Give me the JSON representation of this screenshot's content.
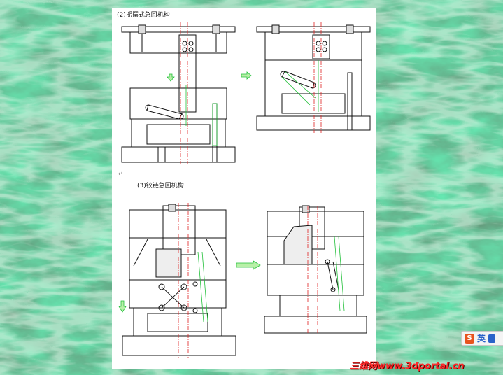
{
  "captions": {
    "section2": "(2)摇摆式急回机构",
    "section3": "(3)铰链急回机构"
  },
  "paragraph_mark": "↵",
  "ime": {
    "logo": "S",
    "language": "英"
  },
  "watermark": "三维网www.3dportal.cn",
  "colors": {
    "background": "#1f5a33",
    "sheet": "#ffffff",
    "outline": "#111111",
    "centerline": "#e02020",
    "construction": "#22c03a",
    "arrow_fill": "#b8f0a8",
    "watermark": "#ff2a2a"
  }
}
